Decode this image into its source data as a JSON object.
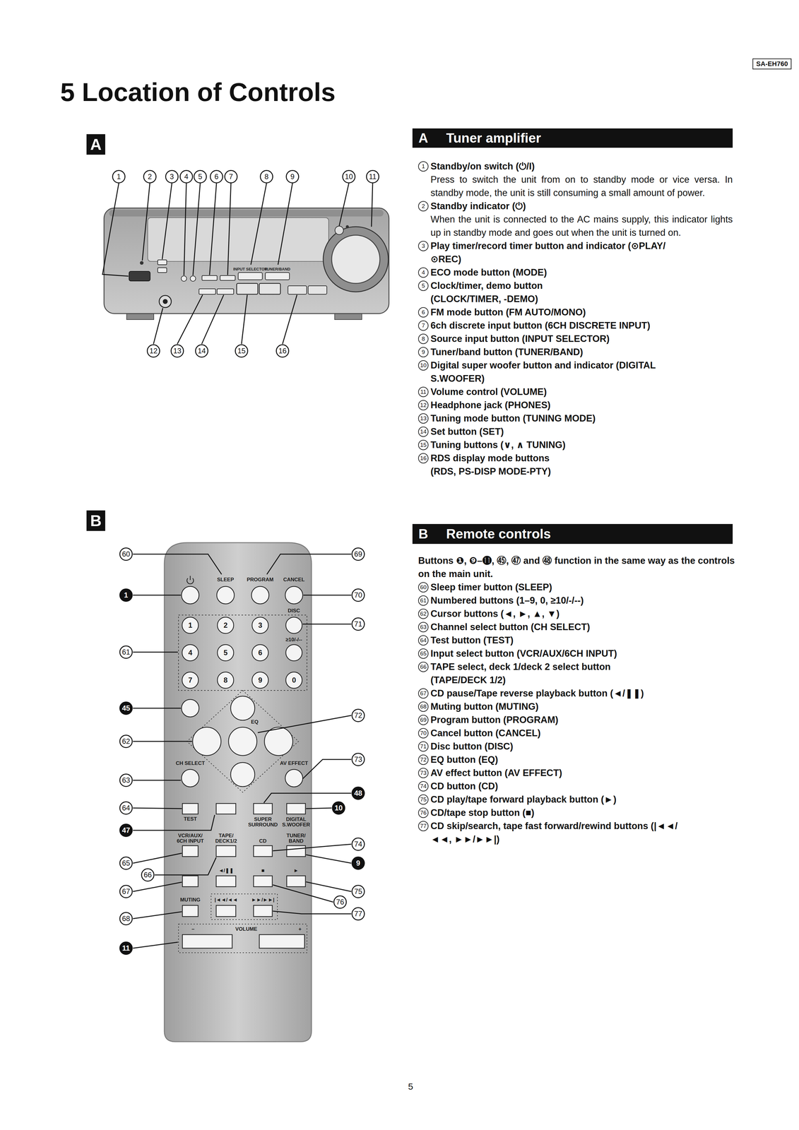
{
  "diagram": {
    "title": "5 Location of Controls",
    "nodes": [
      {
        "text": [
          "SA-EH760"
        ]
      },
      {
        "text": [
          "A"
        ]
      },
      {
        "text": [
          "A",
          "Tuner amplifier"
        ]
      },
      {
        "text": [
          "B"
        ]
      },
      {
        "text": [
          "B",
          "Remote controls"
        ]
      }
    ],
    "labels": [
      "1",
      "2",
      "3",
      "4",
      "5",
      "6",
      "7",
      "8",
      "9",
      "10",
      "11",
      "12",
      "13",
      "14",
      "15",
      "16",
      "INPUT SELECTOR",
      "TUNER/BAND",
      "1",
      "Standby/on switch (⏻/I)",
      "Press to switch the unit from on to standby mode or vice versa. In standby mode, the unit is still consuming a small amount of power.",
      "2",
      "Standby indicator (⏻)",
      "When the unit is connected to the AC mains supply, this indicator lights up in standby mode and goes out when the unit is turned on.",
      "3",
      "Play timer/record timer button and indicator (⊙PLAY/⊙REC)",
      "4",
      "ECO mode button (MODE)",
      "5",
      "Clock/timer, demo button (CLOCK/TIMER, -DEMO)",
      "6",
      "FM mode button (FM AUTO/MONO)",
      "7",
      "6ch discrete input button (6CH DISCRETE INPUT)",
      "8",
      "Source input button (INPUT SELECTOR)",
      "9",
      "Tuner/band button (TUNER/BAND)",
      "10",
      "Digital super woofer button and indicator (DIGITAL S.WOOFER)",
      "11",
      "Volume control (VOLUME)",
      "12",
      "Headphone jack (PHONES)",
      "13",
      "Tuning mode button (TUNING MODE)",
      "14",
      "Set button (SET)",
      "15",
      "Tuning buttons (∨, ∧ TUNING)",
      "16",
      "RDS display mode buttons (RDS, PS-DISP MODE-PTY)",
      "60",
      "1",
      "61",
      "45",
      "62",
      "63",
      "64",
      "47",
      "65",
      "66",
      "67",
      "68",
      "11",
      "69",
      "70",
      "71",
      "72",
      "73",
      "48",
      "10",
      "74",
      "9",
      "75",
      "76",
      "77",
      "SLEEP",
      "PROGRAM",
      "CANCEL",
      "DISC",
      "1",
      "2",
      "3",
      "4",
      "5",
      "6",
      "≥10/-/--",
      "7",
      "8",
      "9",
      "0",
      "EQ",
      "CH SELECT",
      "AV EFFECT",
      "TEST",
      "SUPER SURROUND",
      "DIGITAL S.WOOFER",
      "VCR/AUX/ 6CH INPUT",
      "TAPE/ DECK1/2",
      "CD",
      "TUNER/ BAND",
      "◄/❚❚",
      "■",
      "►",
      "MUTING",
      "|◄◄/◄◄",
      "►►/►►|",
      "VOLUME",
      "–",
      "+",
      "Buttons ❶, ❾–⓫, ㊺, ㊼ and ㊽ function in the same way as the controls on the main unit.",
      "60",
      "Sleep timer button (SLEEP)",
      "61",
      "Numbered buttons (1–9, 0, ≥10/-/--)",
      "62",
      "Cursor buttons (◄, ►, ▲, ▼)",
      "63",
      "Channel select button (CH SELECT)",
      "64",
      "Test button (TEST)",
      "65",
      "Input select button (VCR/AUX/6CH INPUT)",
      "66",
      "TAPE select, deck 1/deck 2 select button (TAPE/DECK 1/2)",
      "67",
      "CD pause/Tape reverse playback button (◄/❚❚)",
      "68",
      "Muting button (MUTING)",
      "69",
      "Program button (PROGRAM)",
      "70",
      "Cancel button (CANCEL)",
      "71",
      "Disc button (DISC)",
      "72",
      "EQ button (EQ)",
      "73",
      "AV effect button (AV EFFECT)",
      "74",
      "CD button (CD)",
      "75",
      "CD play/tape forward playback button (►)",
      "76",
      "CD/tape stop button (■)",
      "77",
      "CD skip/search, tape fast forward/rewind buttons (|◄◄/◄◄, ►►/►►|)",
      "5"
    ]
  }
}
